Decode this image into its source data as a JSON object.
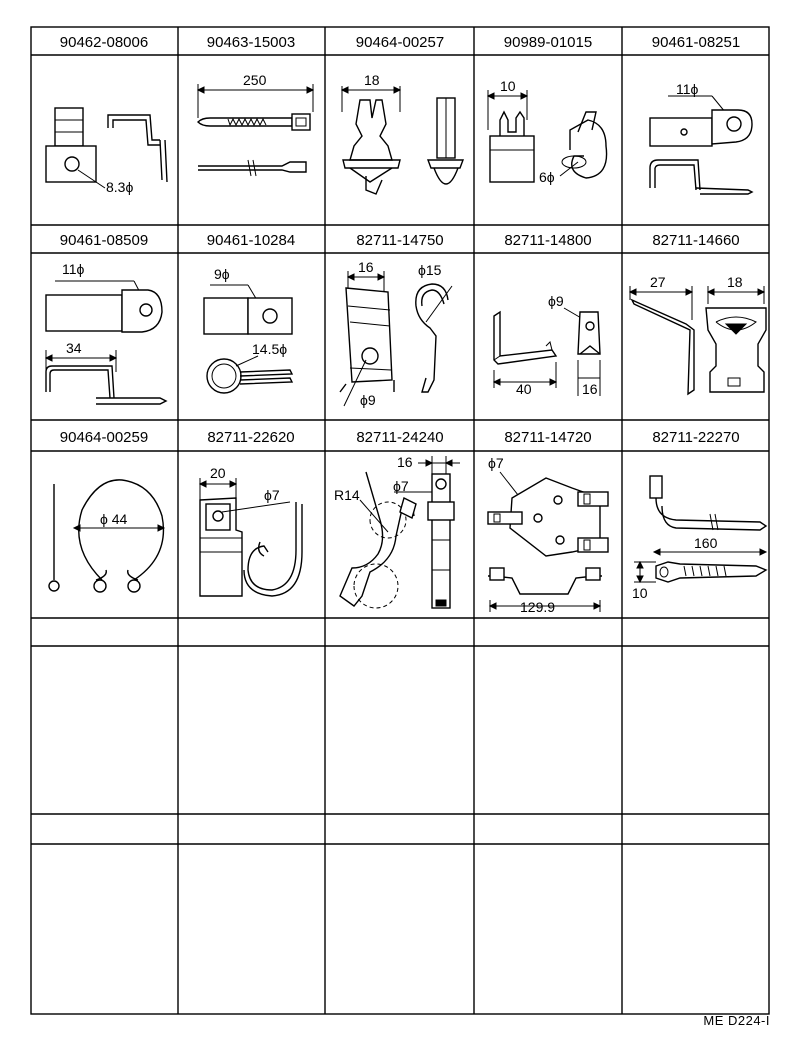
{
  "parts": [
    {
      "no": "90462-08006",
      "dims": [
        "8.3ϕ"
      ]
    },
    {
      "no": "90463-15003",
      "dims": [
        "250"
      ]
    },
    {
      "no": "90464-00257",
      "dims": [
        "18"
      ]
    },
    {
      "no": "90989-01015",
      "dims": [
        "10",
        "6ϕ"
      ]
    },
    {
      "no": "90461-08251",
      "dims": [
        "11ϕ"
      ]
    },
    {
      "no": "90461-08509",
      "dims": [
        "11ϕ",
        "34"
      ]
    },
    {
      "no": "90461-10284",
      "dims": [
        "9ϕ",
        "14.5ϕ"
      ]
    },
    {
      "no": "82711-14750",
      "dims": [
        "16",
        "ϕ15",
        "ϕ9"
      ]
    },
    {
      "no": "82711-14800",
      "dims": [
        "ϕ9",
        "40",
        "16"
      ]
    },
    {
      "no": "82711-14660",
      "dims": [
        "27",
        "18"
      ]
    },
    {
      "no": "90464-00259",
      "dims": [
        "ϕ 44"
      ]
    },
    {
      "no": "82711-22620",
      "dims": [
        "20",
        "ϕ7"
      ]
    },
    {
      "no": "82711-24240",
      "dims": [
        "16",
        "ϕ7",
        "R14"
      ]
    },
    {
      "no": "82711-14720",
      "dims": [
        "ϕ7",
        "129.9"
      ]
    },
    {
      "no": "82711-22270",
      "dims": [
        "160",
        "10"
      ]
    }
  ],
  "footer": {
    "code": "ME  D224-I"
  }
}
